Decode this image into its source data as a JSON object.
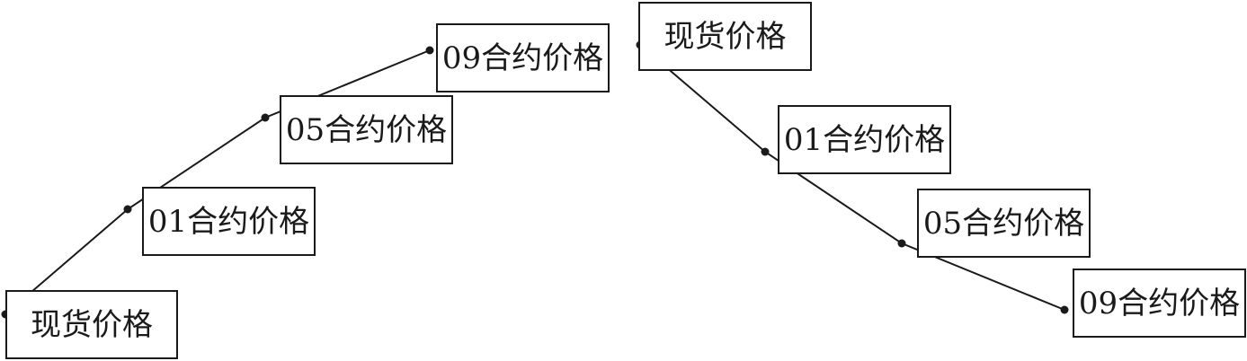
{
  "diagrams": [
    {
      "trend": "rising",
      "nodes": [
        {
          "label": "现货价格"
        },
        {
          "label": "01合约价格"
        },
        {
          "label": "05合约价格"
        },
        {
          "label": "09合约价格"
        }
      ]
    },
    {
      "trend": "falling",
      "nodes": [
        {
          "label": "现货价格"
        },
        {
          "label": "01合约价格"
        },
        {
          "label": "05合约价格"
        },
        {
          "label": "09合约价格"
        }
      ]
    }
  ],
  "colors": {
    "line": "#1a1a1a",
    "box_border": "#1a1a1a",
    "background": "#ffffff"
  }
}
